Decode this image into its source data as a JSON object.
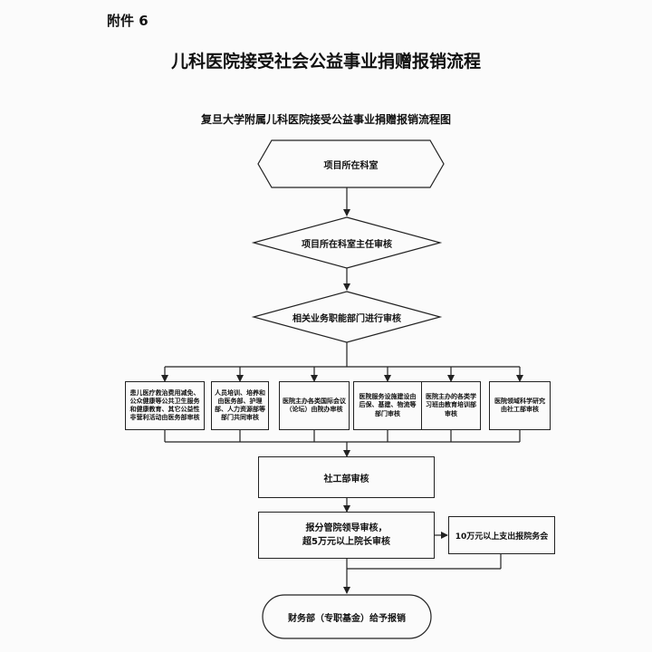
{
  "attachment_label": "附件 6",
  "title": "儿科医院接受社会公益事业捐赠报销流程",
  "subtitle": "复旦大学附属儿科医院接受公益事业捐赠报销流程图",
  "flow": {
    "start": "项目所在科室",
    "step_director": "项目所在科室主任审核",
    "step_department": "相关业务职能部门进行审核",
    "branches": [
      "患儿医疗救治费用减免、公众健康等公共卫生服务和健康教育、其它公益性非营利活动由医务部审核",
      "人员培训、培养和由医务部、护理部、人力资源部等部门共同审核",
      "医院主办各类国际会议（论坛）由院办审核",
      "医院服务设施建设由后保、基建、物流等部门审核",
      "医院主办的各类学习班由教育培训部审核",
      "医院领域科学研究由社工部审核"
    ],
    "step_social": "社工部审核",
    "step_leader": [
      "报分管院领导审核，",
      "超5万元以上院长审核"
    ],
    "step_council": "10万元以上支出报院务会",
    "end": "财务部（专职基金）给予报销"
  }
}
